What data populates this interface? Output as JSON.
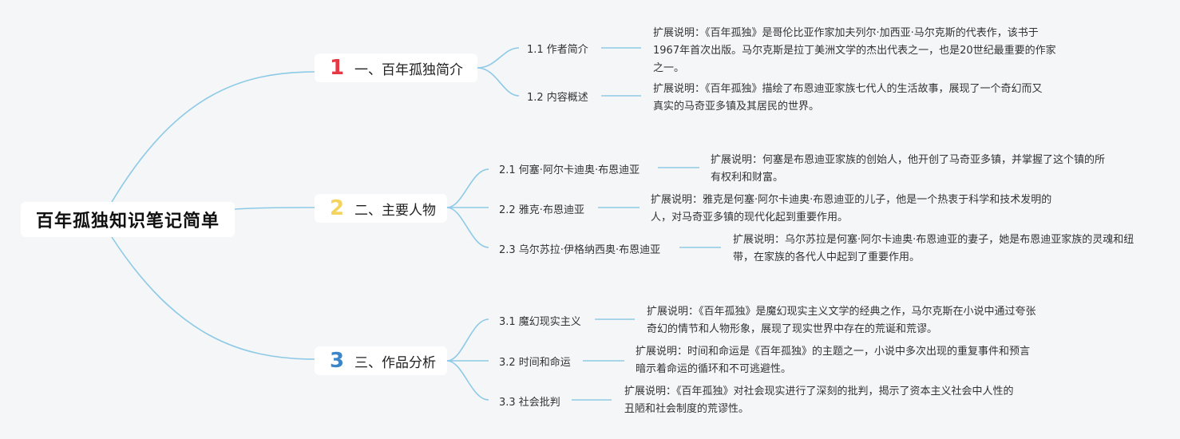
{
  "root": {
    "title": "百年孤独知识笔记简单"
  },
  "colors": {
    "line": "#8ecae6",
    "num1": "#e63946",
    "num2": "#f4d35e",
    "num3": "#3a86c8"
  },
  "branches": [
    {
      "num": "1",
      "title": "一、百年孤独简介",
      "children": [
        {
          "title": "1.1 作者简介",
          "note": "扩展说明：《百年孤独》是哥伦比亚作家加夫列尔·加西亚·马尔克斯的代表作，该书于1967年首次出版。马尔克斯是拉丁美洲文学的杰出代表之一，也是20世纪最重要的作家之一。"
        },
        {
          "title": "1.2 内容概述",
          "note": "扩展说明：《百年孤独》描绘了布恩迪亚家族七代人的生活故事，展现了一个奇幻而又真实的马奇亚多镇及其居民的世界。"
        }
      ]
    },
    {
      "num": "2",
      "title": "二、主要人物",
      "children": [
        {
          "title": "2.1 何塞·阿尔卡迪奥·布恩迪亚",
          "note": "扩展说明：何塞是布恩迪亚家族的创始人，他开创了马奇亚多镇，并掌握了这个镇的所有权利和财富。"
        },
        {
          "title": "2.2 雅克·布恩迪亚",
          "note": "扩展说明：雅克是何塞·阿尔卡迪奥·布恩迪亚的儿子，他是一个热衷于科学和技术发明的人，对马奇亚多镇的现代化起到重要作用。"
        },
        {
          "title": "2.3 乌尔苏拉·伊格纳西奥·布恩迪亚",
          "note": "扩展说明：乌尔苏拉是何塞·阿尔卡迪奥·布恩迪亚的妻子，她是布恩迪亚家族的灵魂和纽带，在家族的各代人中起到了重要作用。"
        }
      ]
    },
    {
      "num": "3",
      "title": "三、作品分析",
      "children": [
        {
          "title": "3.1 魔幻现实主义",
          "note": "扩展说明：《百年孤独》是魔幻现实主义文学的经典之作，马尔克斯在小说中通过夸张奇幻的情节和人物形象，展现了现实世界中存在的荒诞和荒谬。"
        },
        {
          "title": "3.2 时间和命运",
          "note": "扩展说明：时间和命运是《百年孤独》的主题之一，小说中多次出现的重复事件和预言暗示着命运的循环和不可逃避性。"
        },
        {
          "title": "3.3 社会批判",
          "note": "扩展说明：《百年孤独》对社会现实进行了深刻的批判，揭示了资本主义社会中人性的丑陋和社会制度的荒谬性。"
        }
      ]
    }
  ]
}
